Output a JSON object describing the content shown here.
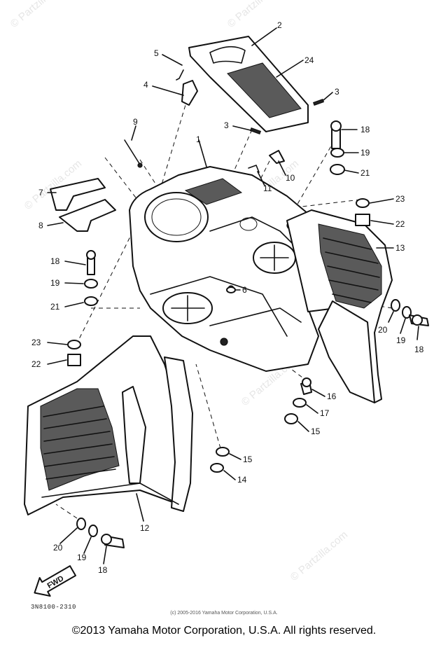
{
  "diagram": {
    "callouts": [
      {
        "id": "2",
        "label": "2"
      },
      {
        "id": "24",
        "label": "24"
      },
      {
        "id": "5",
        "label": "5"
      },
      {
        "id": "4",
        "label": "4"
      },
      {
        "id": "3a",
        "label": "3"
      },
      {
        "id": "3b",
        "label": "3"
      },
      {
        "id": "9",
        "label": "9"
      },
      {
        "id": "1",
        "label": "1"
      },
      {
        "id": "18a",
        "label": "18"
      },
      {
        "id": "19a",
        "label": "19"
      },
      {
        "id": "21a",
        "label": "21"
      },
      {
        "id": "10",
        "label": "10"
      },
      {
        "id": "11",
        "label": "11"
      },
      {
        "id": "7",
        "label": "7"
      },
      {
        "id": "8",
        "label": "8"
      },
      {
        "id": "23a",
        "label": "23"
      },
      {
        "id": "22a",
        "label": "22"
      },
      {
        "id": "13",
        "label": "13"
      },
      {
        "id": "18b",
        "label": "18"
      },
      {
        "id": "19b",
        "label": "19"
      },
      {
        "id": "21b",
        "label": "21"
      },
      {
        "id": "6",
        "label": "6"
      },
      {
        "id": "20a",
        "label": "20"
      },
      {
        "id": "19c",
        "label": "19"
      },
      {
        "id": "18c",
        "label": "18"
      },
      {
        "id": "23b",
        "label": "23"
      },
      {
        "id": "22b",
        "label": "22"
      },
      {
        "id": "16",
        "label": "16"
      },
      {
        "id": "17",
        "label": "17"
      },
      {
        "id": "15a",
        "label": "15"
      },
      {
        "id": "15b",
        "label": "15"
      },
      {
        "id": "14",
        "label": "14"
      },
      {
        "id": "12",
        "label": "12"
      },
      {
        "id": "20b",
        "label": "20"
      },
      {
        "id": "19d",
        "label": "19"
      },
      {
        "id": "18d",
        "label": "18"
      }
    ],
    "fwd_label": "FWD",
    "part_code": "3N8100-2310",
    "watermark": "© Partzilla.com",
    "small_copyright": "(c) 2005-2016 Yamaha Motor Corporation, U.S.A."
  },
  "footer": {
    "copyright": "©2013 Yamaha Motor Corporation, U.S.A. All rights reserved."
  }
}
